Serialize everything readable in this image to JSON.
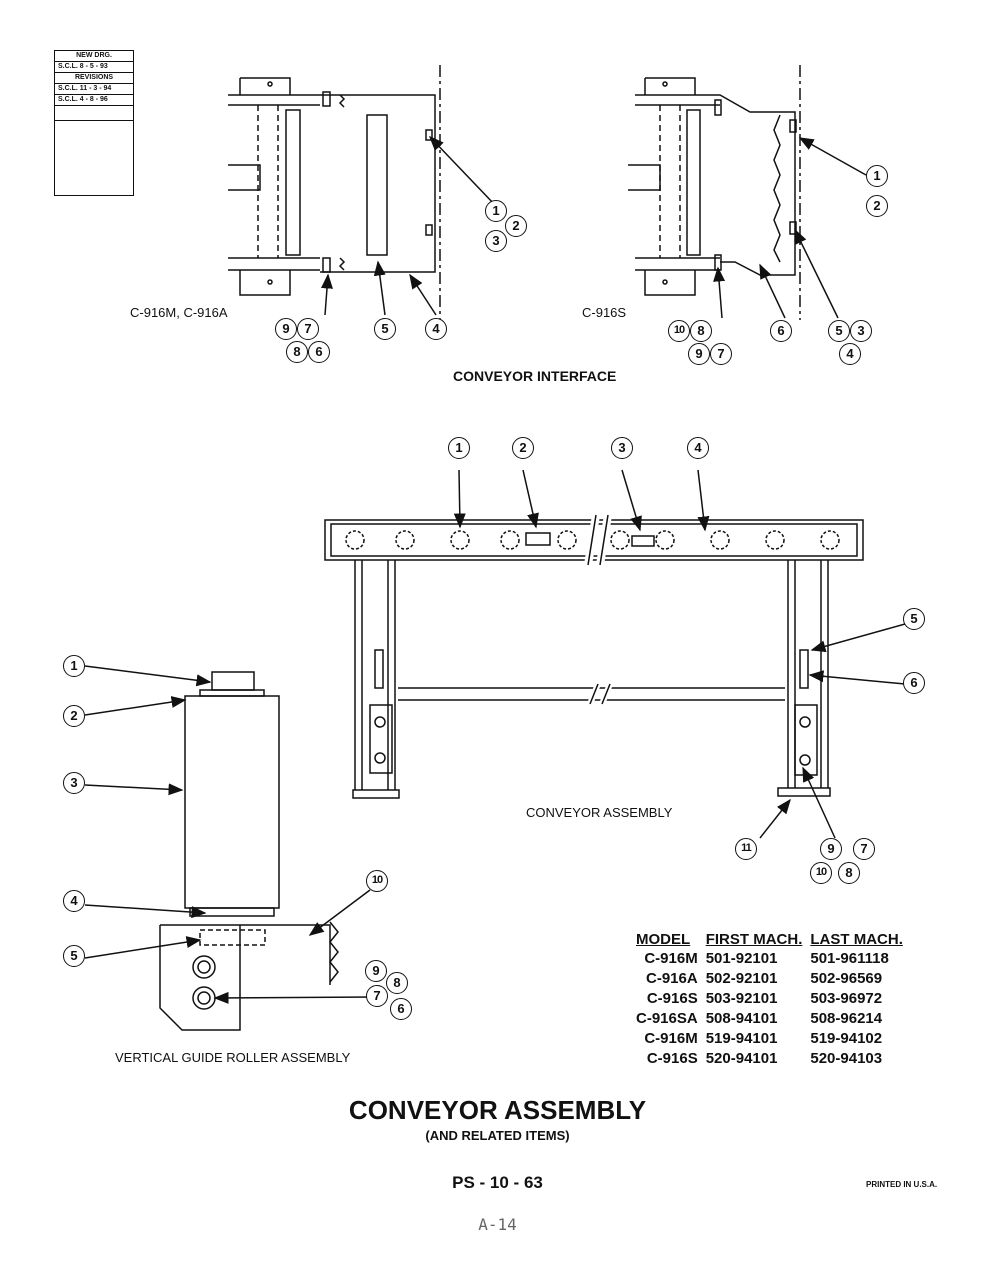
{
  "revision_block": {
    "new_drg": "NEW DRG.",
    "scl1": "S.C.L.  8 - 5 - 93",
    "revisions": "REVISIONS",
    "scl2": "S.C.L.  11 - 3 - 94",
    "scl3": "S.C.L.  4 - 8 - 96"
  },
  "interface": {
    "left_caption": "C-916M, C-916A",
    "right_caption": "C-916S",
    "section_title": "CONVEYOR INTERFACE"
  },
  "assembly": {
    "caption": "CONVEYOR ASSEMBLY"
  },
  "guide_roller": {
    "caption": "VERTICAL GUIDE ROLLER ASSEMBLY"
  },
  "callouts": {
    "n1": "1",
    "n2": "2",
    "n3": "3",
    "n4": "4",
    "n5": "5",
    "n6": "6",
    "n7": "7",
    "n8": "8",
    "n9": "9",
    "n10": "10",
    "n11": "11"
  },
  "model_table": {
    "headers": [
      "MODEL",
      "FIRST MACH.",
      "LAST MACH."
    ],
    "rows": [
      [
        "C-916M",
        "501-92101",
        "501-961118"
      ],
      [
        "C-916A",
        "502-92101",
        "502-96569"
      ],
      [
        "C-916S",
        "503-92101",
        "503-96972"
      ],
      [
        "C-916SA",
        "508-94101",
        "508-96214"
      ],
      [
        "C-916M",
        "519-94101",
        "519-94102"
      ],
      [
        "C-916S",
        "520-94101",
        "520-94103"
      ]
    ]
  },
  "footer": {
    "title": "CONVEYOR ASSEMBLY",
    "subtitle": "(AND RELATED ITEMS)",
    "page_code": "PS - 10 - 63",
    "printed": "PRINTED IN U.S.A.",
    "page_number": "A-14"
  }
}
